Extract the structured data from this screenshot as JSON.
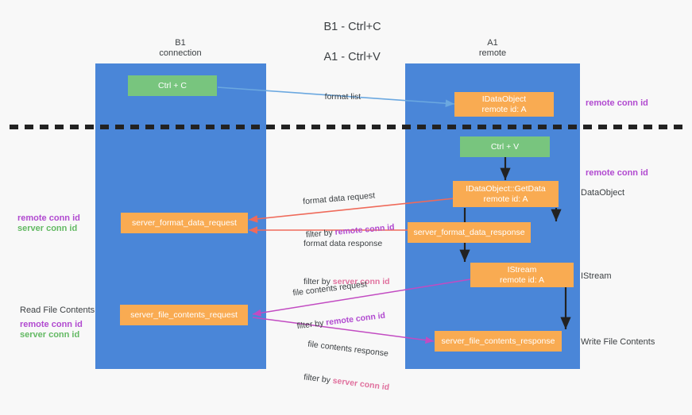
{
  "title": {
    "line1": "B1 - Ctrl+C",
    "line2": "A1 - Ctrl+V"
  },
  "columns": [
    {
      "name": "B1",
      "role": "connection"
    },
    {
      "name": "A1",
      "role": "remote"
    }
  ],
  "colors": {
    "lane": "#4a86d8",
    "green_node": "#78c57e",
    "orange_node": "#f9ab52",
    "remote_conn_id": "#b14ad0",
    "server_conn_id": "#63b963",
    "server_conn_id_label": "#e0719e",
    "arrow_blue": "#6ba8e0",
    "arrow_red": "#ef6a5a",
    "arrow_magenta": "#c24bc2",
    "arrow_black": "#222222",
    "background": "#f8f8f8"
  },
  "nodes": {
    "ctrl_c": {
      "label": "Ctrl + C"
    },
    "ctrl_v": {
      "label": "Ctrl + V"
    },
    "idataobject": {
      "label": "IDataObject",
      "sub": "remote id: A"
    },
    "idataobject_getdata": {
      "label": "IDataObject::GetData",
      "sub": "remote id: A"
    },
    "istream": {
      "label": "IStream",
      "sub": "remote id: A"
    },
    "server_format_data_request": {
      "label": "server_format_data_request"
    },
    "server_format_data_response": {
      "label": "server_format_data_response"
    },
    "server_file_contents_request": {
      "label": "server_file_contents_request"
    },
    "server_file_contents_response": {
      "label": "server_file_contents_response"
    }
  },
  "edges": {
    "format_list": {
      "label": "format list"
    },
    "format_data_request": {
      "line1": "format data request",
      "line2_prefix": "filter by ",
      "line2_highlight": "remote conn id"
    },
    "format_data_response": {
      "line1": "format data response",
      "line2_prefix": "filter by ",
      "line2_highlight": "server conn id"
    },
    "file_contents_request": {
      "line1": "file contents request",
      "line2_prefix": "filter by ",
      "line2_highlight": "remote conn id"
    },
    "file_contents_response": {
      "line1": "file contents response",
      "line2_prefix": "filter by ",
      "line2_highlight": "server conn id"
    }
  },
  "annotations": {
    "right_top_remote": "remote conn id",
    "right_mid_remote": "remote conn id",
    "right_dataobject": "DataObject",
    "right_istream": "IStream",
    "right_write_file_contents": "Write File Contents",
    "left_remote": "remote conn id",
    "left_server": "server conn id",
    "left_read_file_contents": "Read File Contents",
    "left_remote_2": "remote conn id",
    "left_server_2": "server conn id"
  }
}
